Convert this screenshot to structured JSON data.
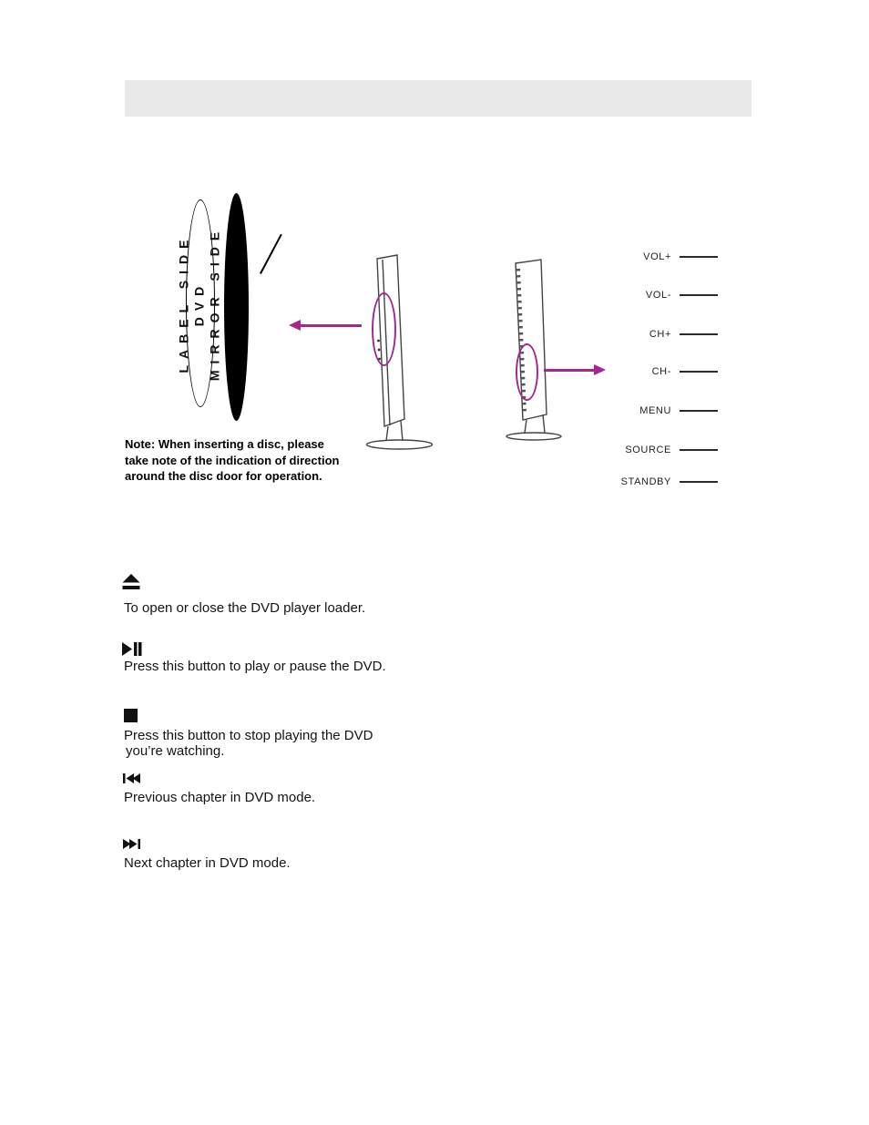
{
  "page": {
    "kind": "dvd-tv-user-manual-page"
  },
  "colors": {
    "accent_magenta": "#a3278f",
    "header_gray": "#e9e9e9"
  },
  "diagram": {
    "disc_labels": [
      "LABEL SIDE",
      "DVD",
      "MIRROR SIDE"
    ],
    "note_lines": [
      "Note: When inserting a disc, please",
      "take note of the indication of direction",
      "around the disc door for operation."
    ],
    "side_controls": [
      {
        "label": "VOL+"
      },
      {
        "label": "VOL-"
      },
      {
        "label": "CH+"
      },
      {
        "label": "CH-"
      },
      {
        "label": "MENU"
      },
      {
        "label": "SOURCE"
      },
      {
        "label": "STANDBY"
      }
    ]
  },
  "controls": [
    {
      "name": "eject",
      "lines": [
        "To open or close the DVD player loader."
      ]
    },
    {
      "name": "play-pause",
      "lines": [
        "Press this button to play or pause the DVD."
      ]
    },
    {
      "name": "stop",
      "lines": [
        "Press this button to stop playing the DVD",
        "you’re watching."
      ]
    },
    {
      "name": "previous-chapter",
      "lines": [
        "Previous chapter in DVD mode."
      ]
    },
    {
      "name": "next-chapter",
      "lines": [
        "Next chapter in DVD mode."
      ]
    }
  ]
}
